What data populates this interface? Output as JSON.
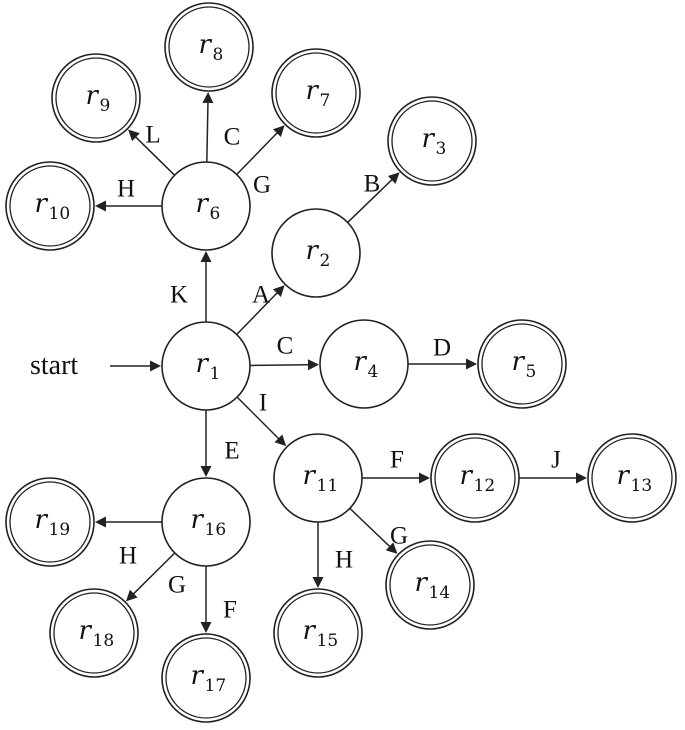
{
  "start_label": "start",
  "states": [
    {
      "id": "r1",
      "base": "r",
      "sub": "1",
      "accepting": false
    },
    {
      "id": "r2",
      "base": "r",
      "sub": "2",
      "accepting": false
    },
    {
      "id": "r3",
      "base": "r",
      "sub": "3",
      "accepting": true
    },
    {
      "id": "r4",
      "base": "r",
      "sub": "4",
      "accepting": false
    },
    {
      "id": "r5",
      "base": "r",
      "sub": "5",
      "accepting": true
    },
    {
      "id": "r6",
      "base": "r",
      "sub": "6",
      "accepting": false
    },
    {
      "id": "r7",
      "base": "r",
      "sub": "7",
      "accepting": true
    },
    {
      "id": "r8",
      "base": "r",
      "sub": "8",
      "accepting": true
    },
    {
      "id": "r9",
      "base": "r",
      "sub": "9",
      "accepting": true
    },
    {
      "id": "r10",
      "base": "r",
      "sub": "10",
      "accepting": true
    },
    {
      "id": "r11",
      "base": "r",
      "sub": "11",
      "accepting": false
    },
    {
      "id": "r12",
      "base": "r",
      "sub": "12",
      "accepting": true
    },
    {
      "id": "r13",
      "base": "r",
      "sub": "13",
      "accepting": true
    },
    {
      "id": "r14",
      "base": "r",
      "sub": "14",
      "accepting": true
    },
    {
      "id": "r15",
      "base": "r",
      "sub": "15",
      "accepting": true
    },
    {
      "id": "r16",
      "base": "r",
      "sub": "16",
      "accepting": false
    },
    {
      "id": "r17",
      "base": "r",
      "sub": "17",
      "accepting": true
    },
    {
      "id": "r18",
      "base": "r",
      "sub": "18",
      "accepting": true
    },
    {
      "id": "r19",
      "base": "r",
      "sub": "19",
      "accepting": true
    }
  ],
  "transitions": [
    {
      "from": "r1",
      "to": "r2",
      "label": "A"
    },
    {
      "from": "r2",
      "to": "r3",
      "label": "B"
    },
    {
      "from": "r1",
      "to": "r4",
      "label": "C"
    },
    {
      "from": "r4",
      "to": "r5",
      "label": "D"
    },
    {
      "from": "r1",
      "to": "r6",
      "label": "K"
    },
    {
      "from": "r6",
      "to": "r7",
      "label": "G"
    },
    {
      "from": "r6",
      "to": "r8",
      "label": "C"
    },
    {
      "from": "r6",
      "to": "r9",
      "label": "L"
    },
    {
      "from": "r6",
      "to": "r10",
      "label": "H"
    },
    {
      "from": "r1",
      "to": "r11",
      "label": "I"
    },
    {
      "from": "r11",
      "to": "r12",
      "label": "F"
    },
    {
      "from": "r12",
      "to": "r13",
      "label": "J"
    },
    {
      "from": "r11",
      "to": "r14",
      "label": "G"
    },
    {
      "from": "r11",
      "to": "r15",
      "label": "H"
    },
    {
      "from": "r1",
      "to": "r16",
      "label": "E"
    },
    {
      "from": "r16",
      "to": "r17",
      "label": "F"
    },
    {
      "from": "r16",
      "to": "r18",
      "label": "G"
    },
    {
      "from": "r16",
      "to": "r19",
      "label": "H"
    }
  ]
}
